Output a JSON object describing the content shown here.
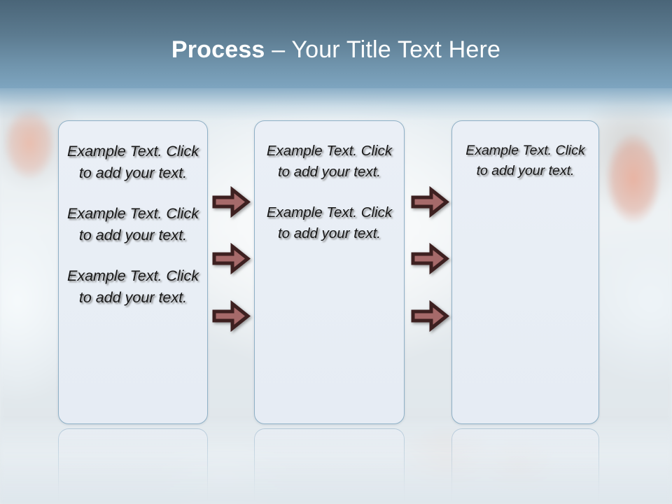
{
  "slide": {
    "title": {
      "bold_part": "Process",
      "rest_part": " – Your Title Text Here"
    },
    "theme": {
      "header_top_color": "#4a6578",
      "header_bottom_color": "#7ea5c0",
      "box_fill_color": "#eaeff6",
      "box_border_color": "#8fb0c6",
      "arrow_fill_color": "#a66a6a",
      "arrow_outline_color": "#3d2020",
      "title_text_color": "#ffffff",
      "body_text_color": "#171717"
    }
  },
  "boxes": [
    {
      "id": "box-1",
      "paragraphs": [
        "Example Text. Click  to add your text.",
        "Example Text. Click  to add your text.",
        "Example Text. Click  to add your text."
      ]
    },
    {
      "id": "box-2",
      "paragraphs": [
        "Example Text. Click  to add your text.",
        "Example Text. Click  to add your text."
      ]
    },
    {
      "id": "box-3",
      "paragraphs": [
        "Example Text. Click  to add your text."
      ]
    }
  ],
  "arrows": {
    "icon": "right-arrow-icon",
    "columns": [
      {
        "id": "arrows-between-box1-box2",
        "count": 3
      },
      {
        "id": "arrows-between-box2-box3",
        "count": 3
      }
    ]
  }
}
